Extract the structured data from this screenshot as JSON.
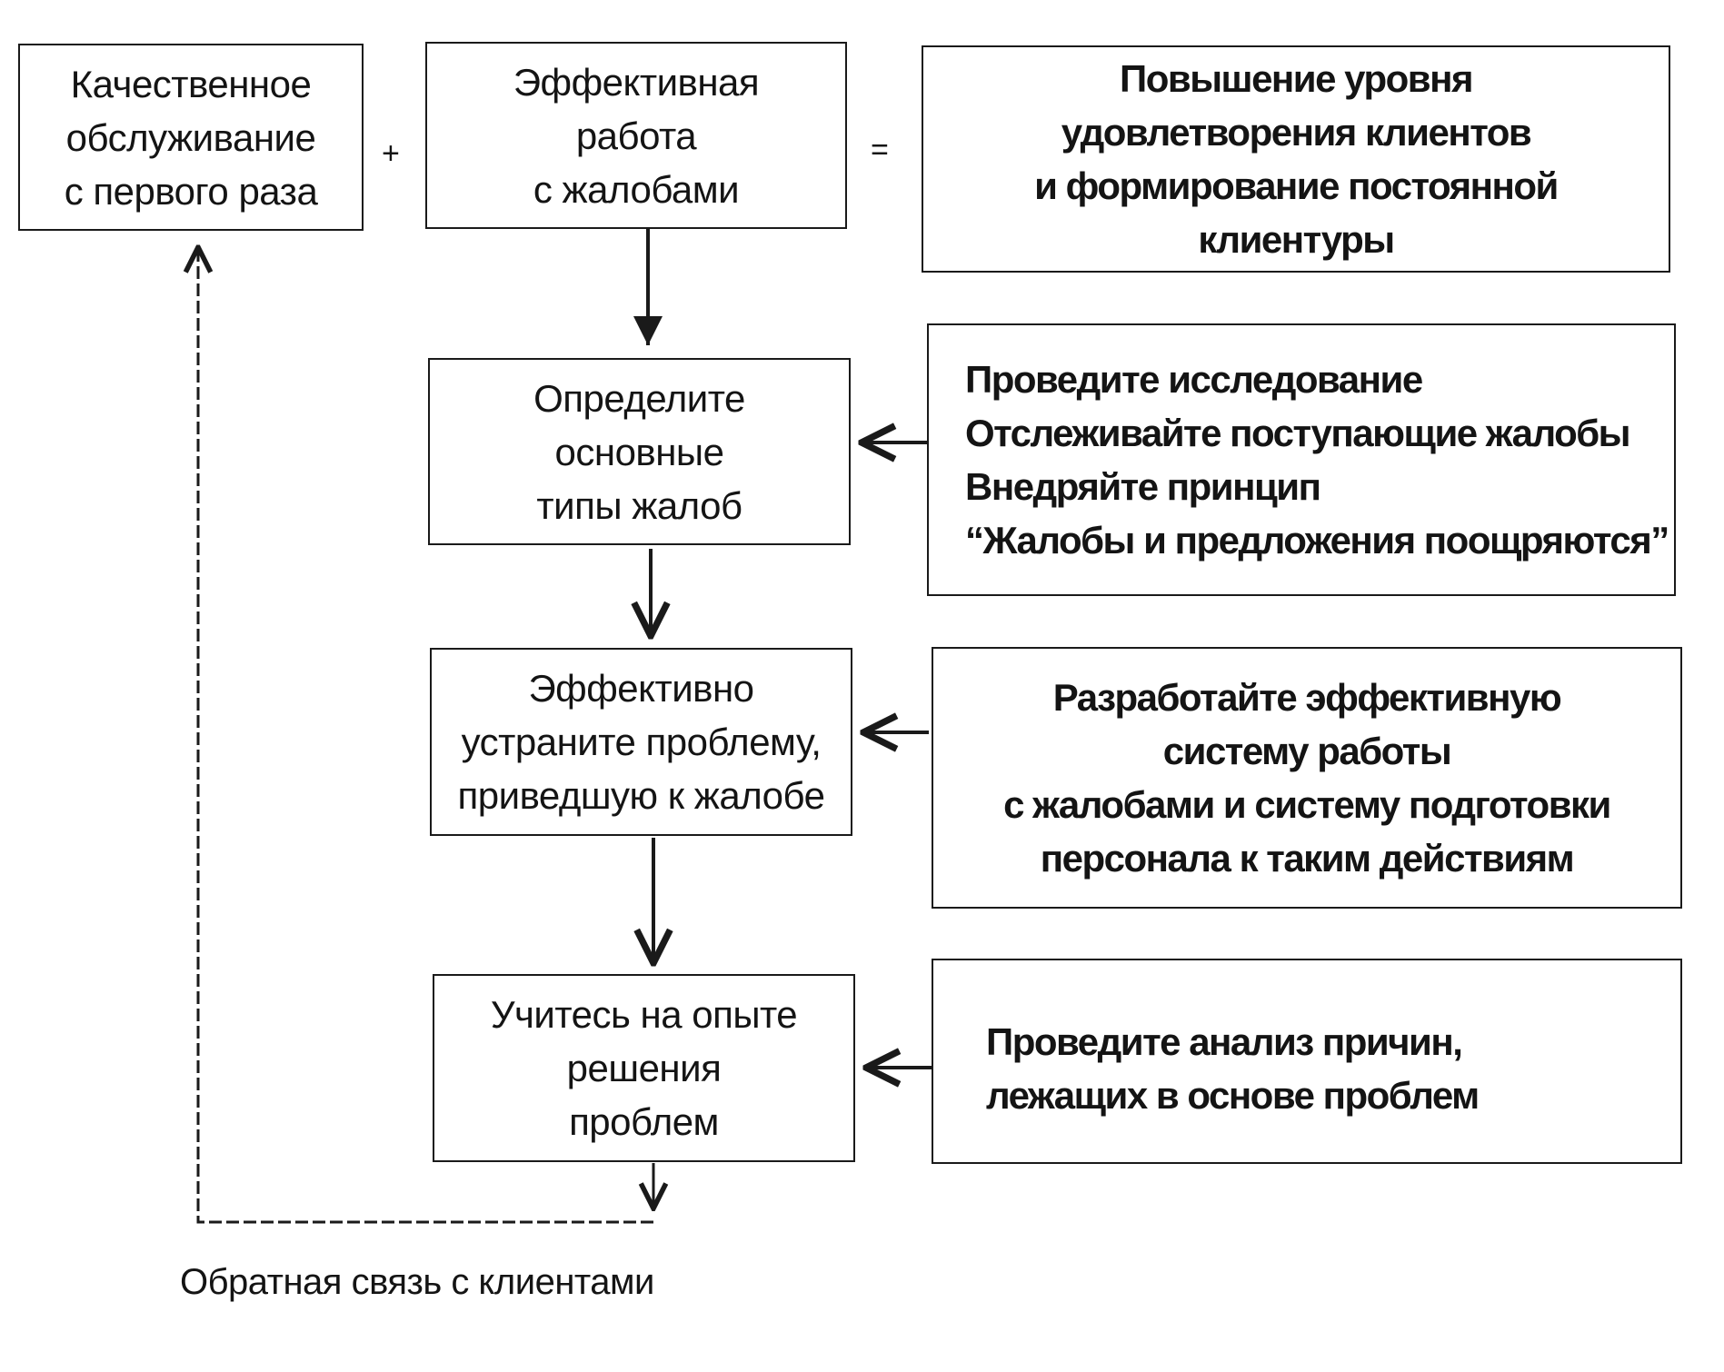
{
  "top_row": {
    "quality_service": [
      "Качественное",
      "обслуживание",
      "с первого раза"
    ],
    "plus": "+",
    "effective_work": [
      "Эффективная",
      "работа",
      "с жалобами"
    ],
    "equals": "=",
    "result": [
      "Повышение уровня",
      "удовлетворения клиентов",
      "и формирование постоянной",
      "клиентуры"
    ]
  },
  "steps": [
    {
      "step": [
        "Определите",
        "основные",
        "типы жалоб"
      ],
      "action": [
        "Проведите исследование",
        "Отслеживайте поступающие жалобы",
        "Внедряйте принцип",
        "“Жалобы и предложения поощряются”"
      ]
    },
    {
      "step": [
        "Эффективно",
        "устраните проблему,",
        "приведшую к жалобе"
      ],
      "action": [
        "Разработайте эффективную",
        "систему работы",
        "с жалобами и систему подготовки",
        "персонала к таким действиям"
      ]
    },
    {
      "step": [
        "Учитесь на опыте",
        "решения",
        "проблем"
      ],
      "action": [
        "Проведите анализ причин,",
        "лежащих в основе проблем"
      ]
    }
  ],
  "feedback_label": "Обратная связь с клиентами"
}
